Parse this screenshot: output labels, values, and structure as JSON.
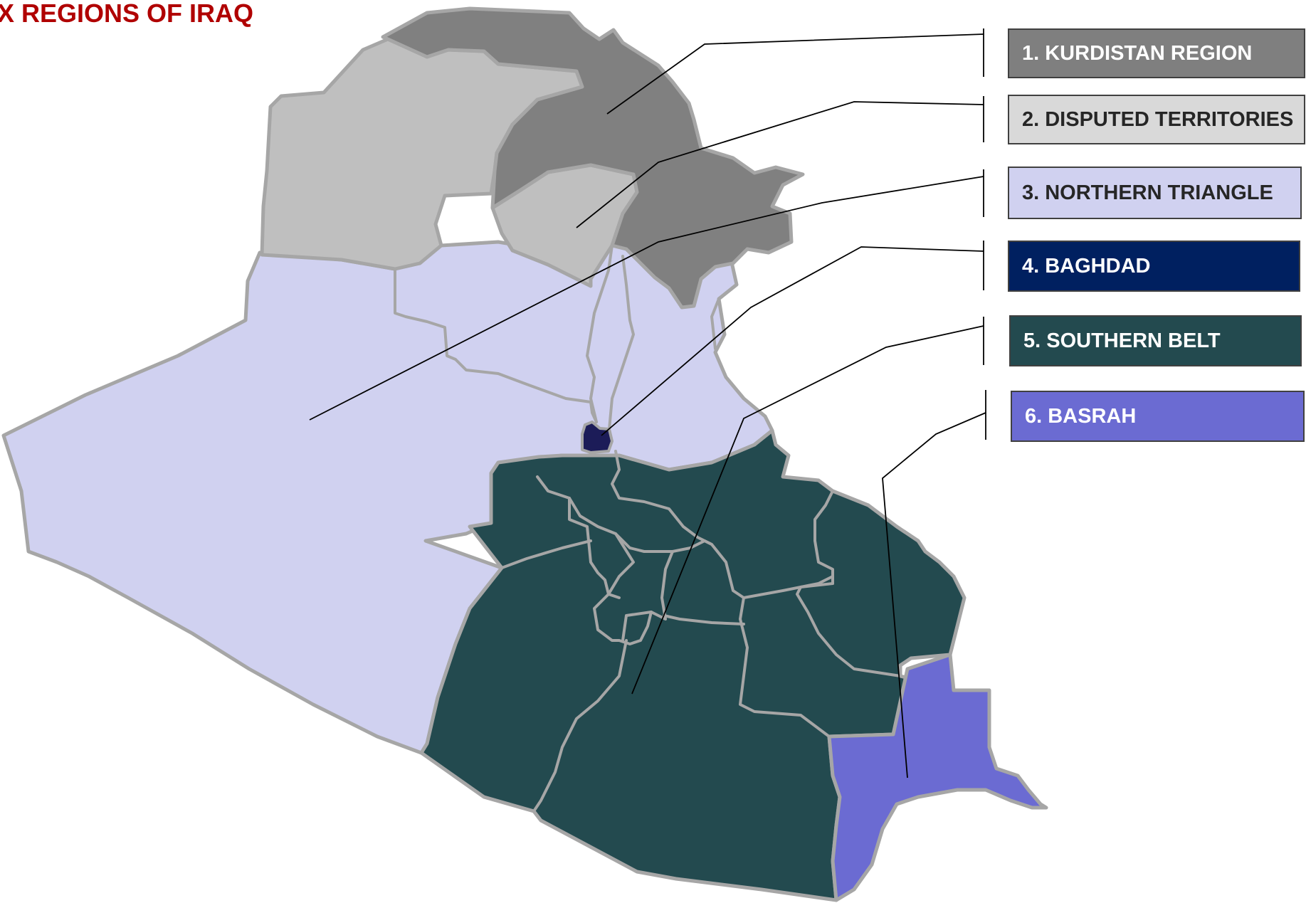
{
  "title": "IX REGIONS OF IRAQ",
  "legend": [
    {
      "label": "1. KURDISTAN REGION",
      "fill": "#7f7f7f",
      "text_color": "#ffffff"
    },
    {
      "label": "2. DISPUTED TERRITORIES",
      "fill": "#d9d9d9",
      "text_color": "#262626"
    },
    {
      "label": "3. NORTHERN TRIANGLE",
      "fill": "#d0d1f0",
      "text_color": "#262626"
    },
    {
      "label": "4. BAGHDAD",
      "fill": "#002060",
      "text_color": "#ffffff"
    },
    {
      "label": "5. SOUTHERN BELT",
      "fill": "#234a4f",
      "text_color": "#ffffff"
    },
    {
      "label": "6. BASRAH",
      "fill": "#6b6bd2",
      "text_color": "#ffffff"
    }
  ],
  "colors": {
    "kurdistan": "#808080",
    "disputed": "#bfbfbf",
    "northern_triangle": "#d0d1f0",
    "baghdad": "#1c1c58",
    "southern_belt": "#234a4f",
    "basrah": "#6b6bd2",
    "border": "#a6a6a6",
    "title": "#b00000"
  }
}
